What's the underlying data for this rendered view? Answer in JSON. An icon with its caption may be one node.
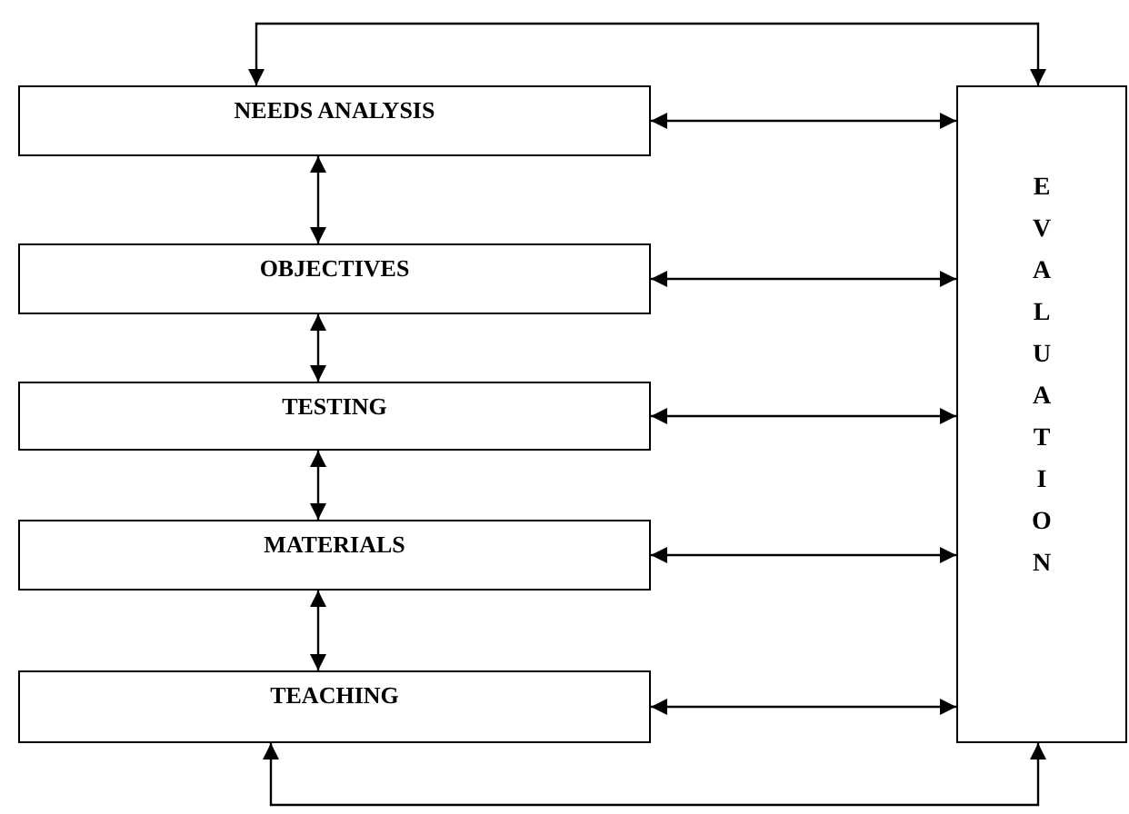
{
  "diagram": {
    "nodes": [
      {
        "text": [
          "NEEDS ANALYSIS"
        ]
      },
      {
        "text": [
          "OBJECTIVES"
        ]
      },
      {
        "text": [
          "TESTING"
        ]
      },
      {
        "text": [
          "MATERIALS"
        ]
      },
      {
        "text": [
          "TEACHING"
        ]
      },
      {
        "text": [
          "EVALUATION"
        ]
      }
    ],
    "edges": [
      {
        "from": 0,
        "to": 1,
        "arrow": "both"
      },
      {
        "from": 1,
        "to": 2,
        "arrow": "both"
      },
      {
        "from": 2,
        "to": 3,
        "arrow": "both"
      },
      {
        "from": 3,
        "to": 4,
        "arrow": "both"
      },
      {
        "from": 0,
        "to": 5,
        "arrow": "both"
      },
      {
        "from": 1,
        "to": 5,
        "arrow": "both"
      },
      {
        "from": 2,
        "to": 5,
        "arrow": "both"
      },
      {
        "from": 3,
        "to": 5,
        "arrow": "both"
      },
      {
        "from": 4,
        "to": 5,
        "arrow": "both"
      },
      {
        "from": 0,
        "to": 5,
        "arrow": "both"
      },
      {
        "from": 4,
        "to": 5,
        "arrow": "both"
      }
    ]
  }
}
